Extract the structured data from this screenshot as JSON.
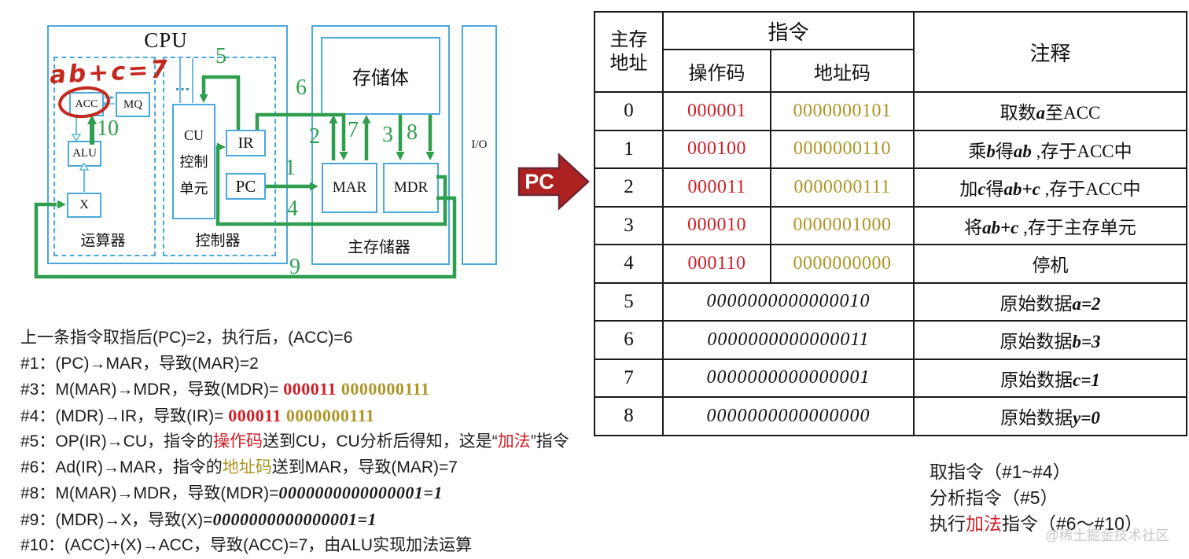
{
  "diagram": {
    "cpu_label": "CPU",
    "handwriting": "ab+c=7",
    "units": {
      "acc": "ACC",
      "mq": "MQ",
      "alu": "ALU",
      "x": "X",
      "cu_lines": [
        "CU",
        "控制",
        "单元"
      ],
      "ir": "IR",
      "pc": "PC",
      "dots": "…",
      "storage": "存储体",
      "mar": "MAR",
      "mdr": "MDR",
      "io": "I/O"
    },
    "group_labels": {
      "alu_group": "运算器",
      "control_group": "控制器",
      "memory_group": "主存储器"
    },
    "arrow_numbers": {
      "n1": "1",
      "n2": "2",
      "n3": "3",
      "n4": "4",
      "n5": "5",
      "n6": "6",
      "n7": "7",
      "n8": "8",
      "n9": "9",
      "n10": "10"
    }
  },
  "pc_pointer": {
    "label": "PC"
  },
  "table": {
    "headers": {
      "addr_lines": [
        "主存",
        "地址"
      ],
      "instruction": "指令",
      "opcode": "操作码",
      "address_code": "地址码",
      "comment": "注释"
    },
    "rows": [
      {
        "addr": "0",
        "opcode": "000001",
        "addrcode": "0000000101",
        "comment": [
          {
            "t": "取数",
            "c": "n"
          },
          {
            "t": "a",
            "c": "i"
          },
          {
            "t": "至ACC",
            "c": "n"
          }
        ]
      },
      {
        "addr": "1",
        "opcode": "000100",
        "addrcode": "0000000110",
        "comment": [
          {
            "t": "乘",
            "c": "n"
          },
          {
            "t": "b",
            "c": "i"
          },
          {
            "t": "得",
            "c": "n"
          },
          {
            "t": "ab",
            "c": "i"
          },
          {
            "t": " ,存于ACC中",
            "c": "n"
          }
        ]
      },
      {
        "addr": "2",
        "opcode": "000011",
        "addrcode": "0000000111",
        "comment": [
          {
            "t": "加",
            "c": "n"
          },
          {
            "t": "c",
            "c": "i"
          },
          {
            "t": "得",
            "c": "n"
          },
          {
            "t": "ab+c",
            "c": "i"
          },
          {
            "t": " ,存于ACC中",
            "c": "n"
          }
        ]
      },
      {
        "addr": "3",
        "opcode": "000010",
        "addrcode": "0000001000",
        "comment": [
          {
            "t": "将",
            "c": "n"
          },
          {
            "t": "ab+c",
            "c": "i"
          },
          {
            "t": " ,存于主存单元",
            "c": "n"
          }
        ]
      },
      {
        "addr": "4",
        "opcode": "000110",
        "addrcode": "0000000000",
        "comment": [
          {
            "t": "停机",
            "c": "n"
          }
        ]
      },
      {
        "addr": "5",
        "data": "0000000000000010",
        "comment": [
          {
            "t": "原始数据",
            "c": "n"
          },
          {
            "t": "a=2",
            "c": "i"
          }
        ]
      },
      {
        "addr": "6",
        "data": "0000000000000011",
        "comment": [
          {
            "t": "原始数据",
            "c": "n"
          },
          {
            "t": "b=3",
            "c": "i"
          }
        ]
      },
      {
        "addr": "7",
        "data": "0000000000000001",
        "comment": [
          {
            "t": "原始数据",
            "c": "n"
          },
          {
            "t": "c=1",
            "c": "i"
          }
        ]
      },
      {
        "addr": "8",
        "data": "0000000000000000",
        "comment": [
          {
            "t": "原始数据",
            "c": "n"
          },
          {
            "t": "y=0",
            "c": "i"
          }
        ]
      }
    ]
  },
  "steps": [
    {
      "parts": [
        {
          "t": "上一条指令取指后(PC)=2，执行后，(ACC)=6",
          "c": "n"
        }
      ]
    },
    {
      "parts": [
        {
          "t": "#1：(PC)→MAR，导致(MAR)=2",
          "c": "n"
        }
      ]
    },
    {
      "parts": [
        {
          "t": "#3：M(MAR)→MDR，导致(MDR)= ",
          "c": "n"
        },
        {
          "t": "000011",
          "c": "rc"
        },
        {
          "t": " ",
          "c": "n"
        },
        {
          "t": "0000000111",
          "c": "oc"
        }
      ]
    },
    {
      "parts": [
        {
          "t": "#4：(MDR)→IR，导致(IR)= ",
          "c": "n"
        },
        {
          "t": "000011",
          "c": "rc"
        },
        {
          "t": " ",
          "c": "n"
        },
        {
          "t": "0000000111",
          "c": "oc"
        }
      ]
    },
    {
      "parts": [
        {
          "t": "#5：OP(IR)→CU，指令的",
          "c": "n"
        },
        {
          "t": "操作码",
          "c": "red"
        },
        {
          "t": "送到CU，CU分析后得知，这是“",
          "c": "n"
        },
        {
          "t": "加法",
          "c": "red"
        },
        {
          "t": "”指令",
          "c": "n"
        }
      ]
    },
    {
      "parts": [
        {
          "t": "#6：Ad(IR)→MAR，指令的",
          "c": "n"
        },
        {
          "t": "地址码",
          "c": "olive"
        },
        {
          "t": "送到MAR，导致(MAR)=7",
          "c": "n"
        }
      ]
    },
    {
      "parts": [
        {
          "t": "#8：M(MAR)→MDR，导致(MDR)=",
          "c": "n"
        },
        {
          "t": "0000000000000001=1",
          "c": "bin"
        }
      ]
    },
    {
      "parts": [
        {
          "t": "#9：(MDR)→X，导致(X)=",
          "c": "n"
        },
        {
          "t": "0000000000000001=1",
          "c": "bin"
        }
      ]
    },
    {
      "parts": [
        {
          "t": "#10：(ACC)+(X)→ACC，导致(ACC)=7，由ALU实现加法运算",
          "c": "n"
        }
      ]
    }
  ],
  "phase_notes": [
    {
      "parts": [
        {
          "t": "取指令（#1~#4）",
          "c": "n"
        }
      ]
    },
    {
      "parts": [
        {
          "t": "分析指令（#5）",
          "c": "n"
        }
      ]
    },
    {
      "parts": [
        {
          "t": "执行",
          "c": "n"
        },
        {
          "t": "加法",
          "c": "red"
        },
        {
          "t": "指令（#6～#10）",
          "c": "n"
        }
      ]
    }
  ],
  "watermark": "@稀土掘金技术社区",
  "colors": {
    "opcode_red": "#cf2027",
    "addrcode_olive": "#ad9527",
    "arrow_green": "#2f9e4e",
    "box_cyan": "#4aa9da",
    "annotation_red": "#c4281e",
    "pc_arrow_fill": "#ae2121"
  }
}
